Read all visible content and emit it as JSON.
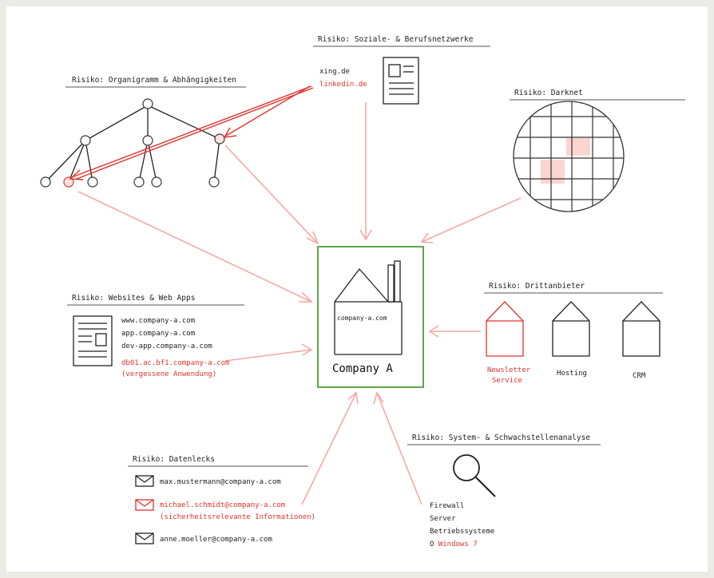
{
  "colors": {
    "risk_red": "#e0322c",
    "arrow_pink": "#f4a9a4",
    "company_green": "#5aa84a",
    "background": "#ecebe6"
  },
  "center": {
    "label": "Company A",
    "domain": "company-a.com"
  },
  "social": {
    "title": "Risiko: Soziale- &  Berufsnetzwerke",
    "items": [
      "xing.de",
      "linkedin.de"
    ],
    "icon": "profile-document-icon"
  },
  "org": {
    "title": "Risiko: Organigramm & Abhängigkeiten",
    "icon": "org-tree-icon"
  },
  "darknet": {
    "title": "Risiko: Darknet",
    "icon": "darknet-globe-icon"
  },
  "websites": {
    "title": "Risiko: Websites & Web Apps",
    "items": [
      "www.company-a.com",
      "app.company-a.com",
      "dev-app.company-a.com"
    ],
    "risk_item": "db01.ac.bf1.company-a.com",
    "risk_note": "(vergessene Anwendung)",
    "icon": "webpage-icon"
  },
  "third_party": {
    "title": "Risiko: Drittanbieter",
    "providers": [
      {
        "line1": "Newsletter",
        "line2": "Service",
        "risk": true
      },
      {
        "line1": "Hosting",
        "line2": "",
        "risk": false
      },
      {
        "line1": "CRM",
        "line2": "",
        "risk": false
      }
    ]
  },
  "leaks": {
    "title": "Risiko: Datenlecks",
    "emails": [
      {
        "address": "max.mustermann@company-a.com",
        "note": "",
        "risk": false
      },
      {
        "address": "michael.schmidt@company-a.com",
        "note": "(sicherheitsrelevante Informationen)",
        "risk": true
      },
      {
        "address": "anne.moeller@company-a.com",
        "note": "",
        "risk": false
      }
    ]
  },
  "system": {
    "title": "Risiko: System- & Schwachstellenanalyse",
    "items": [
      "Firewall",
      "Server",
      "Betriebssysteme"
    ],
    "risk_prefix": "O ",
    "risk_item": "Windows 7",
    "icon": "magnifier-icon"
  }
}
